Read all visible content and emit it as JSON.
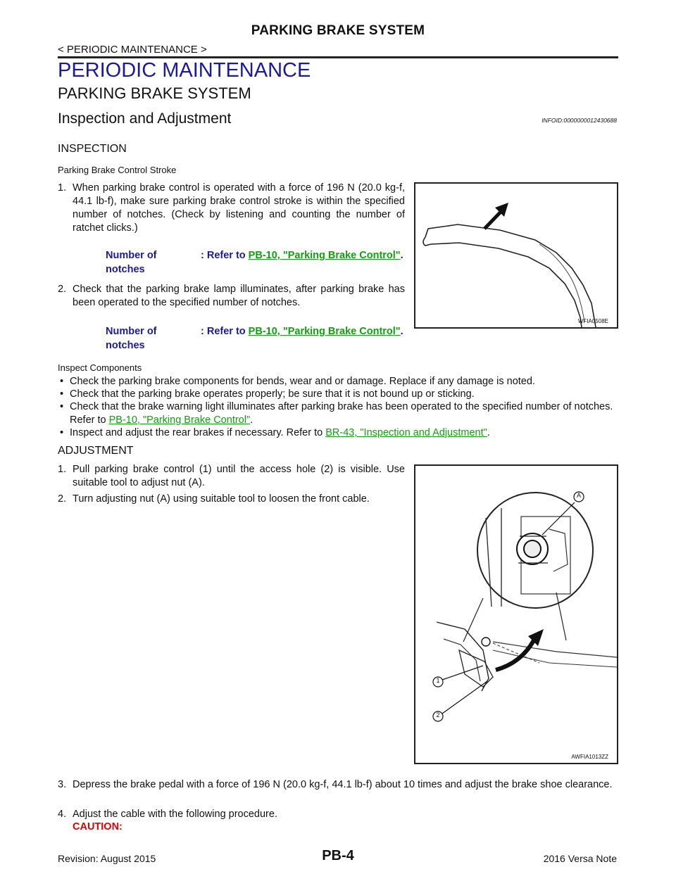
{
  "header": {
    "title": "PARKING BRAKE SYSTEM",
    "section_tag": "< PERIODIC MAINTENANCE >"
  },
  "headings": {
    "h1": "PERIODIC MAINTENANCE",
    "h2": "PARKING BRAKE SYSTEM",
    "h3": "Inspection and Adjustment",
    "infoid": "INFOID:0000000012430688"
  },
  "inspection": {
    "title": "INSPECTION",
    "sub1": "Parking Brake Control Stroke",
    "step1_num": "1.",
    "step1": "When parking brake control is operated with a force of 196 N (20.0 kg-f, 44.1 lb-f), make sure parking brake control stroke is within the specified number of notches. (Check by listening and counting the number of ratchet clicks.)",
    "spec1_label": "Number of notches",
    "spec1_prefix": ": Refer to ",
    "spec1_link": "PB-10, \"Parking Brake Control\"",
    "spec1_suffix": ".",
    "step2_num": "2.",
    "step2": "Check that the parking brake lamp illuminates, after parking brake has been operated to the specified number of notches.",
    "spec2_label": "Number of notches",
    "spec2_prefix": ": Refer to ",
    "spec2_link": "PB-10, \"Parking Brake Control\"",
    "spec2_suffix": ".",
    "figure1_code": "WFIA0508E",
    "sub2": "Inspect Components",
    "bullet_char": "•",
    "bullet1": "Check the parking brake components for bends, wear and or damage. Replace if any damage is noted.",
    "bullet2": "Check that the parking brake operates properly; be sure that it is not bound up or sticking.",
    "bullet3_a": "Check that the brake warning light illuminates after parking brake has been operated to the specified number of notches. Refer to ",
    "bullet3_link": "PB-10, \"Parking Brake Control\"",
    "bullet3_b": ".",
    "bullet4_a": "Inspect and adjust the rear brakes if necessary. Refer to ",
    "bullet4_link": "BR-43, \"Inspection and Adjustment\"",
    "bullet4_b": "."
  },
  "adjustment": {
    "title": "ADJUSTMENT",
    "step1_num": "1.",
    "step1": "Pull parking brake control (1) until the access hole (2) is visible. Use suitable tool to adjust nut (A).",
    "step2_num": "2.",
    "step2": "Turn adjusting nut (A) using suitable tool to loosen the front cable.",
    "figure2_code": "AWFIA1013ZZ",
    "callout_a": "A",
    "callout_1": "1",
    "callout_2": "2",
    "step3_num": "3.",
    "step3": "Depress the brake pedal with a force of 196 N (20.0 kg-f, 44.1 lb-f) about 10 times and adjust the brake shoe clearance.",
    "step4_num": "4.",
    "step4": "Adjust the cable with the following procedure.",
    "caution": "CAUTION:"
  },
  "footer": {
    "revision": "Revision: August 2015",
    "page": "PB-4",
    "model": "2016 Versa Note"
  }
}
